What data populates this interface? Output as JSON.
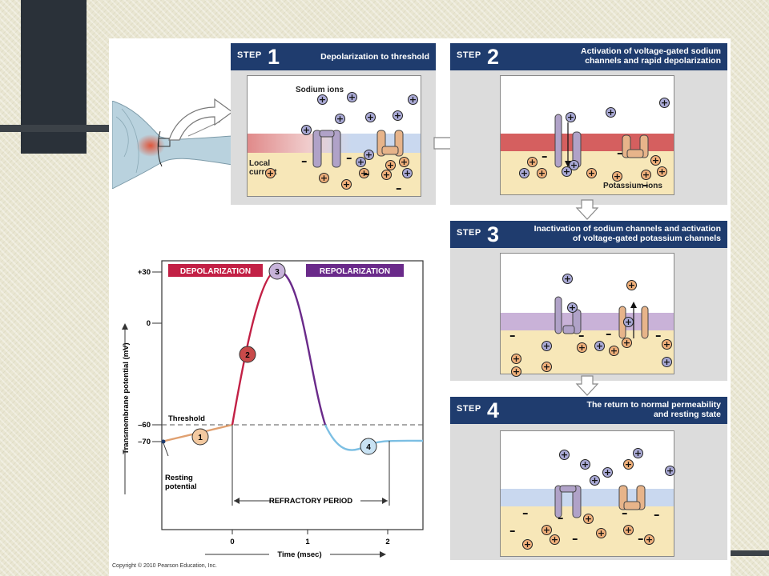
{
  "steps": [
    {
      "word": "STEP",
      "num": "1",
      "title": "Depolarization to threshold"
    },
    {
      "word": "STEP",
      "num": "2",
      "title": "Activation of voltage-gated sodium\nchannels and rapid depolarization"
    },
    {
      "word": "STEP",
      "num": "3",
      "title": "Inactivation of sodium channels and activation\nof voltage-gated potassium channels"
    },
    {
      "word": "STEP",
      "num": "4",
      "title": "The return to normal permeability\nand resting state"
    }
  ],
  "labels": {
    "sodium_ions": "Sodium ions",
    "local_current": "Local\ncurrent",
    "potassium_ions": "Potassium ions"
  },
  "graph": {
    "depolarization": "DEPOLARIZATION",
    "repolarization": "REPOLARIZATION",
    "ylabel": "Transmembrane potential (mV)",
    "xlabel": "Time (msec)",
    "threshold": "Threshold",
    "resting": "Resting\npotential",
    "refractory": "REFRACTORY PERIOD",
    "y_ticks": [
      "+30",
      "0",
      "–60",
      "–70"
    ],
    "x_ticks": [
      "0",
      "1",
      "2"
    ],
    "markers": [
      "1",
      "2",
      "3",
      "4"
    ]
  },
  "copyright": "Copyright © 2010 Pearson Education, Inc.",
  "colors": {
    "header_bg": "#1f3c6e",
    "depol": "#c22045",
    "repol": "#6a2a8a",
    "phase1": "#e0a070",
    "phase4": "#7cbfe3",
    "sodium": "#aaaad6",
    "potassium": "#f0b07a"
  }
}
